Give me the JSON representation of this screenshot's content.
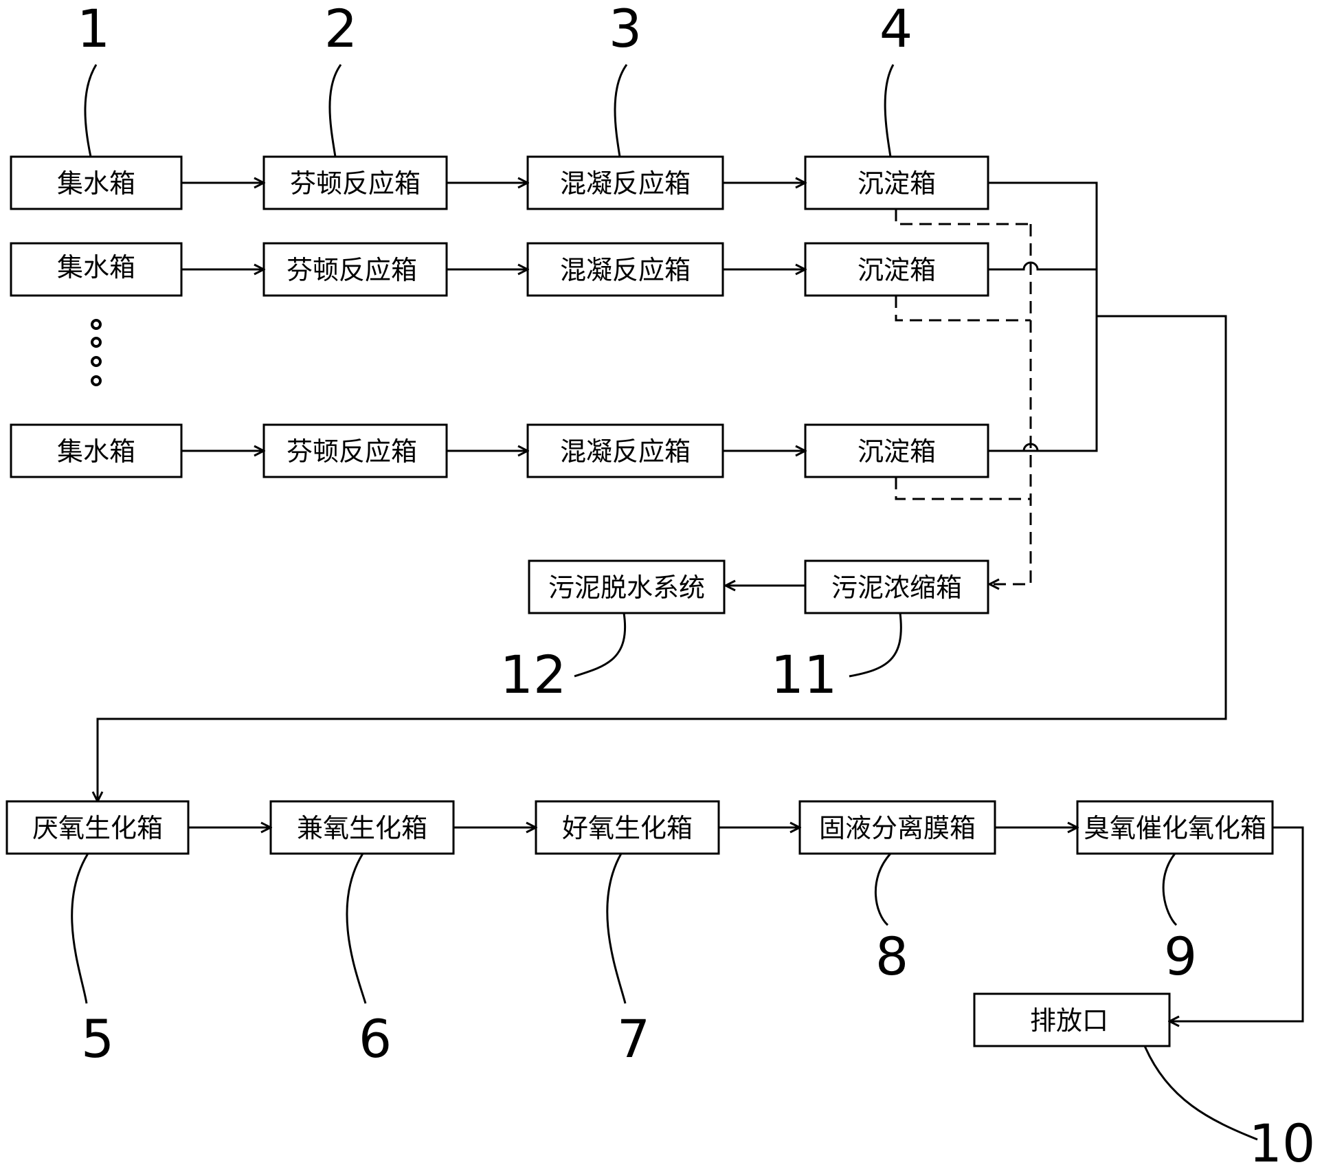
{
  "boxes": {
    "collection_1": "集水箱",
    "fenton_1": "芬顿反应箱",
    "coag_1": "混凝反应箱",
    "sed_1": "沉淀箱",
    "collection_2": "集水箱",
    "fenton_2": "芬顿反应箱",
    "coag_2": "混凝反应箱",
    "sed_2": "沉淀箱",
    "collection_3": "集水箱",
    "fenton_3": "芬顿反应箱",
    "coag_3": "混凝反应箱",
    "sed_3": "沉淀箱",
    "sludge_dewater": "污泥脱水系统",
    "sludge_thicken": "污泥浓缩箱",
    "anaerobic": "厌氧生化箱",
    "facultative": "兼氧生化箱",
    "aerobic": "好氧生化箱",
    "membrane": "固液分离膜箱",
    "ozone": "臭氧催化氧化箱",
    "outlet": "排放口"
  },
  "refs": {
    "r1": "1",
    "r2": "2",
    "r3": "3",
    "r4": "4",
    "r5": "5",
    "r6": "6",
    "r7": "7",
    "r8": "8",
    "r9": "9",
    "r10": "10",
    "r11": "11",
    "r12": "12"
  }
}
